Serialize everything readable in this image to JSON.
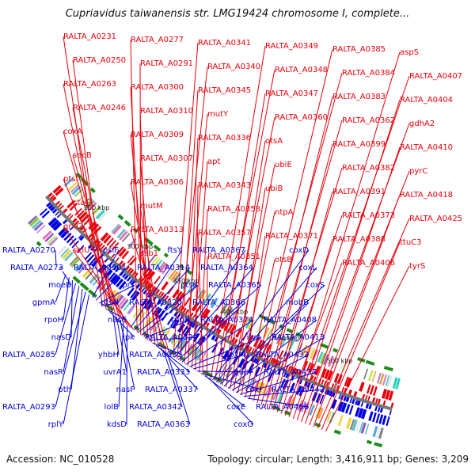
{
  "title": "Cupriavidus taiwanensis str. LMG19424 chromosome I, complete...",
  "accession": "Accession: NC_010528",
  "summary": "Topology: circular; Length: 3,416,911 bp; Genes: 3,209",
  "colors": {
    "forward": "#e8000b",
    "reverse": "#0000e0",
    "backbone": "#777777",
    "tick": "#1a8c1a"
  },
  "ticks": [
    {
      "label": "250 kbp"
    },
    {
      "label": "300 kbp"
    },
    {
      "label": "350 kbp"
    },
    {
      "label": "400 kbp"
    },
    {
      "label": "450 kbp"
    },
    {
      "label": "500 kbp"
    }
  ],
  "forward_labels": [
    "RALTA_A0231",
    "RALTA_A0250",
    "RALTA_A0263",
    "RALTA_A0246",
    "coxA",
    "secB",
    "ptsI",
    "ctaG",
    "grxC",
    "selU",
    "RALTA_A0277",
    "RALTA_A0291",
    "RALTA_A0300",
    "RALTA_A0310",
    "RALTA_A0309",
    "RALTA_A0307",
    "RALTA_A0306",
    "mutM",
    "RALTA_A0313",
    "ssb1",
    "RALTA_A0341",
    "RALTA_A0340",
    "RALTA_A0345",
    "mutY",
    "RALTA_A0336",
    "apt",
    "RALTA_A0343",
    "RALTA_A0358",
    "RALTA_A0357",
    "RALTA_A0351",
    "RALTA_A0349",
    "RALTA_A0348",
    "RALTA_A0347",
    "RALTA_A0360",
    "otsA",
    "ubiE",
    "ubiB",
    "ntpA",
    "RALTA_A0371",
    "otsB",
    "RALTA_A0385",
    "RALTA_A0384",
    "RALTA_A0383",
    "RALTA_A0362",
    "RALTA_A0399",
    "RALTA_A0382",
    "RALTA_A0391",
    "RALTA_A0373",
    "RALTA_A0388",
    "RALTA_A0406",
    "aspS",
    "RALTA_A0407",
    "RALTA_A0404",
    "gdhA2",
    "RALTA_A0410",
    "pyrC",
    "RALTA_A0418",
    "RALTA_A0425",
    "ttuC3",
    "tyrS"
  ],
  "reverse_labels": [
    "RALTA_A0270",
    "RALTA_A0273",
    "moeB",
    "gpmA",
    "rpoH",
    "nasD",
    "RALTA_A0285",
    "nasR",
    "pth",
    "RALTA_A0293",
    "rplY",
    "psiF",
    "RALTA_A0301",
    "prs",
    "ptsN",
    "nasE",
    "ipk",
    "yhbH",
    "uvrA1",
    "nasF",
    "lolB",
    "kdsD",
    "ftsY",
    "RALTA_A0314",
    "ptsK",
    "RALTA_A0320",
    "rpoN",
    "RALTA_A0324",
    "RALTA_A0332",
    "RALTA_A0333",
    "RALTA_A0337",
    "RALTA_A0342",
    "RALTA_A0363",
    "RALTA_A0367",
    "RALTA_A0364",
    "RALTA_A0365",
    "RALTA_A0366",
    "RALTA_A0374",
    "ilvA",
    "cooxM",
    "queF",
    "coxI",
    "coxE",
    "coxG",
    "coxD",
    "coxL",
    "coxS",
    "mobB",
    "RALTA_A0408",
    "RALTA_A0413",
    "RALTA_A0432",
    "RALTA_A0437",
    "RALTA_A0442",
    "RALTA_A0466"
  ]
}
